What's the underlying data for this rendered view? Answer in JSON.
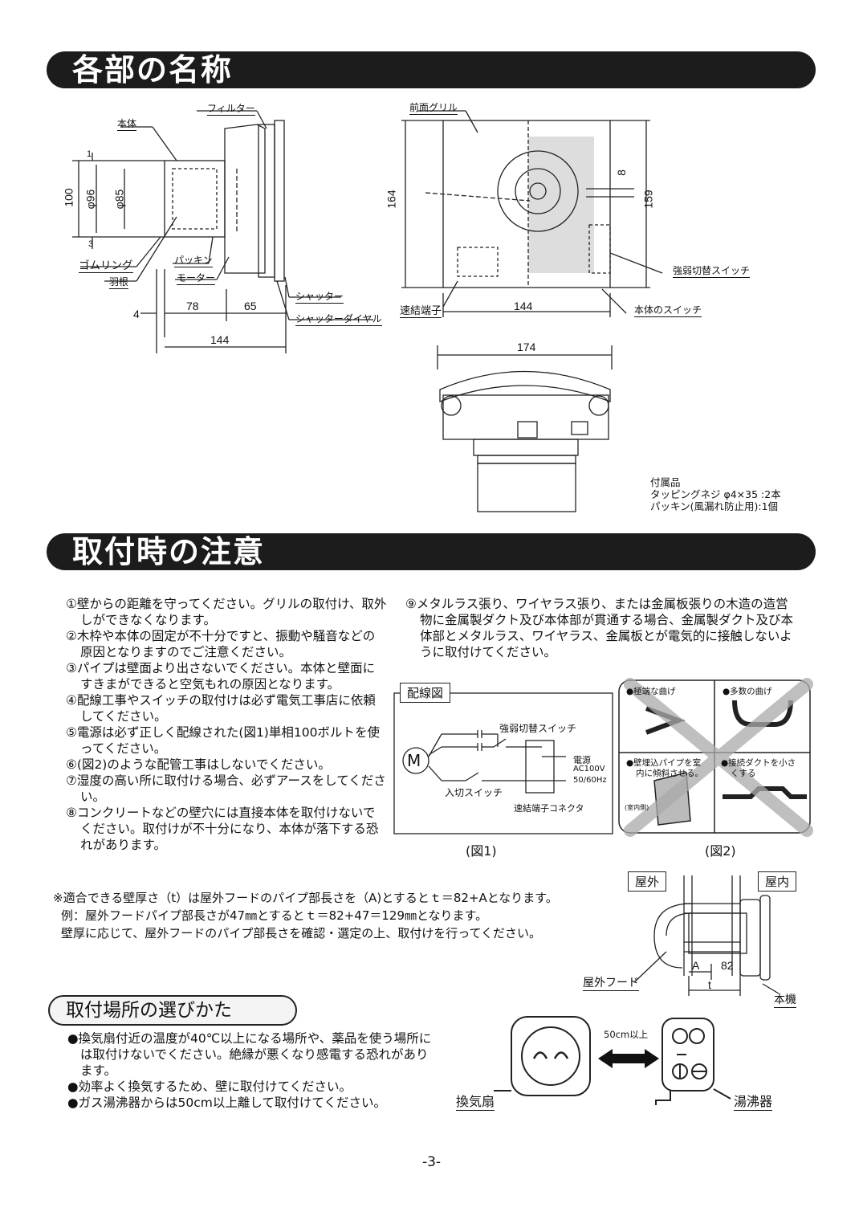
{
  "sections": {
    "parts_title": "各部の名称",
    "caution_title": "取付時の注意",
    "place_title": "取付場所の選びかた"
  },
  "side_view": {
    "labels": {
      "filter": "フィルター",
      "body": "本体",
      "rubber_ring": "ゴムリング",
      "packing": "パッキン",
      "blade": "羽根",
      "motor": "モーター",
      "shutter": "シャッター",
      "shutter_dial": "シャッターダイヤル"
    },
    "dims": {
      "d1": "1",
      "d100": "100",
      "d96": "φ96",
      "d85": "φ85",
      "d3": "3",
      "d4": "4",
      "d78": "78",
      "d65": "65",
      "d144": "144"
    }
  },
  "front_view": {
    "labels": {
      "front_grille": "前面グリル",
      "quick_terminal": "速結端子",
      "strong_weak_switch": "強弱切替スイッチ",
      "body_switch": "本体のスイッチ"
    },
    "dims": {
      "d164": "164",
      "d8": "8",
      "d159": "159",
      "d144": "144"
    }
  },
  "top_view": {
    "dims": {
      "d174": "174"
    }
  },
  "accessories": {
    "title": "付属品",
    "line1": "タッピングネジ φ4×35 :2本",
    "line2": "パッキン(風漏れ防止用):1個"
  },
  "cautions_left": [
    "①壁からの距離を守ってください。グリルの取付け、取外しができなくなります。",
    "②木枠や本体の固定が不十分ですと、振動や騒音などの原因となりますのでご注意ください。",
    "③パイプは壁面より出さないでください。本体と壁面にすきまができると空気もれの原因となります。",
    "④配線工事やスイッチの取付けは必ず電気工事店に依頼してください。",
    "⑤電源は必ず正しく配線された(図1)単相100ボルトを使ってください。",
    "⑥(図2)のような配管工事はしないでください。",
    "⑦湿度の高い所に取付ける場合、必ずアースをしてください。",
    "⑧コンクリートなどの壁穴には直接本体を取付けないでください。取付けが不十分になり、本体が落下する恐れがあります。"
  ],
  "caution_right": "⑨メタルラス張り、ワイヤラス張り、または金属板張りの木造の造営物に金属製ダクト及び本体部が貫通する場合、金属製ダクト及び本体部とメタルラス、ワイヤラス、金属板とが電気的に接触しないように取付けてください。",
  "wiring": {
    "title": "配線図",
    "motor": "M",
    "strong_weak": "強弱切替スイッチ",
    "power": "電源",
    "ac": "AC100V",
    "hz": "50/60Hz",
    "on_off": "入切スイッチ",
    "connector": "速結端子コネクタ",
    "caption": "(図1)"
  },
  "fig2": {
    "c1": "●極端な曲げ",
    "c2": "●多数の曲げ",
    "c3a": "●壁埋込パイプを室",
    "c3b": "内に傾斜させる。",
    "c4a": "●接続ダクトを小さ",
    "c4b": "くする",
    "indoor": "(室内側)",
    "caption": "(図2)"
  },
  "wall_note": [
    "※適合できる壁厚さ（t）は屋外フードのパイプ部長さを（A)とするとｔ＝82+Aとなります。",
    "例：屋外フードパイプ部長さが47㎜とするとｔ＝82+47＝129㎜となります。",
    "壁厚に応じて、屋外フードのパイプ部長さを確認・選定の上、取付けを行ってください。"
  ],
  "wall_fig": {
    "outdoor": "屋外",
    "indoor": "屋内",
    "a": "A",
    "d82": "82",
    "t": "t",
    "hood": "屋外フード",
    "unit": "本機"
  },
  "place_items": [
    "●換気扇付近の温度が40℃以上になる場所や、薬品を使う場所には取付けないでください。絶縁が悪くなり感電する恐れがあります。",
    "●効率よく換気するため、壁に取付けてください。",
    "●ガス湯沸器からは50cm以上離して取付けてください。"
  ],
  "place_fig": {
    "distance": "50cm以上",
    "fan": "換気扇",
    "heater": "湯沸器"
  },
  "page_number": "-3-"
}
